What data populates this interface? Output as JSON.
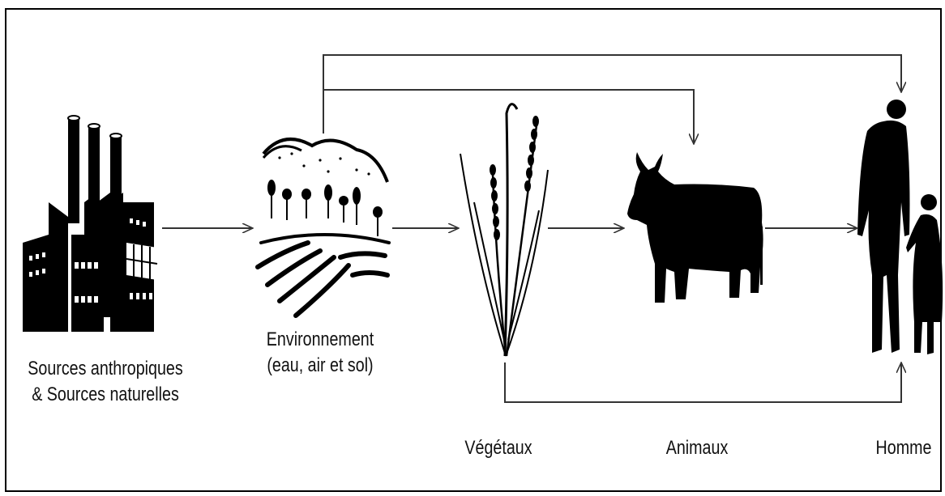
{
  "nodes": {
    "sources": {
      "line1": "Sources anthropiques",
      "line2": "& Sources naturelles",
      "icon": "factory-icon"
    },
    "environment": {
      "line1": "Environnement",
      "line2": "(eau, air et sol)",
      "icon": "landscape-icon"
    },
    "plants": {
      "label": "Végétaux",
      "icon": "wheat-icon"
    },
    "animals": {
      "label": "Animaux",
      "icon": "cow-icon"
    },
    "human": {
      "label": "Homme",
      "icon": "adult-child-icon"
    }
  },
  "colors": {
    "ink": "#000000",
    "arrow": "#333333",
    "background": "#ffffff"
  }
}
